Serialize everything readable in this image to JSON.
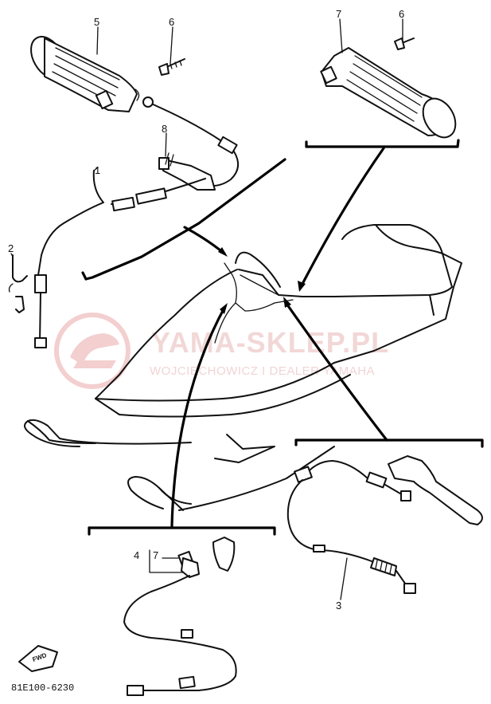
{
  "diagram": {
    "part_code": "81E100-6230",
    "forward_marker": "FWD",
    "watermark": {
      "main": "YAMA-SKLEP.PL",
      "sub": "WOJCIECHOWICZ I DEALER YAMAHA"
    },
    "callouts": [
      "1",
      "2",
      "3",
      "4",
      "5",
      "6",
      "7",
      "6",
      "7",
      "8"
    ],
    "colors": {
      "line": "#111111",
      "watermark": "#e8b8b8",
      "background": "#ffffff"
    }
  }
}
